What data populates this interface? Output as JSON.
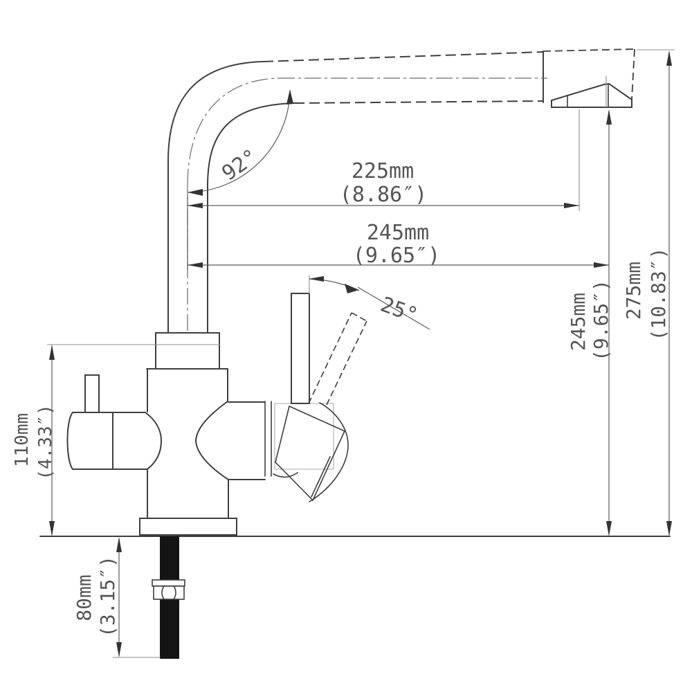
{
  "drawing": {
    "subject": "kitchen-faucet-dimension-drawing"
  },
  "dimensions": {
    "spout_reach": {
      "metric": "225mm",
      "imperial": "(8.86″)"
    },
    "spout_reach_total": {
      "metric": "245mm",
      "imperial": "(9.65″)"
    },
    "height_under_spout": {
      "metric": "245mm",
      "imperial": "(9.65″)"
    },
    "height_total": {
      "metric": "275mm",
      "imperial": "(10.83″)"
    },
    "body_height": {
      "metric": "110mm",
      "imperial": "(4.33″)"
    },
    "shank_length": {
      "metric": "80mm",
      "imperial": "(3.15″)"
    },
    "spout_bend_angle": "92°",
    "handle_swing_angle": "25°"
  }
}
